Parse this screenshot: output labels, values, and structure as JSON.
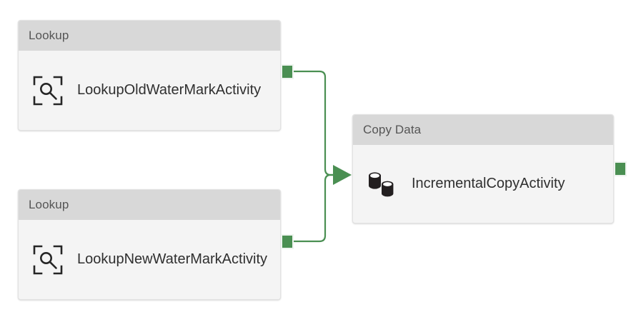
{
  "canvas": {
    "background": "#ffffff",
    "accent_green": "#4a8f52",
    "header_bg": "#d8d8d8",
    "body_bg": "#f4f4f4",
    "header_text_color": "#555555",
    "label_text_color": "#2f2f2f"
  },
  "nodes": [
    {
      "id": "lookup-old-watermark",
      "type_label": "Lookup",
      "name": "LookupOldWaterMarkActivity",
      "icon": "lookup-scan-icon"
    },
    {
      "id": "lookup-new-watermark",
      "type_label": "Lookup",
      "name": "LookupNewWaterMarkActivity",
      "icon": "lookup-scan-icon"
    },
    {
      "id": "incremental-copy",
      "type_label": "Copy Data",
      "name": "IncrementalCopyActivity",
      "icon": "copy-data-database-icon"
    }
  ],
  "connections": [
    {
      "id": "conn-old-to-copy",
      "from": "lookup-old-watermark",
      "to": "incremental-copy",
      "color": "#4a8f52"
    },
    {
      "id": "conn-new-to-copy",
      "from": "lookup-new-watermark",
      "to": "incremental-copy",
      "color": "#4a8f52"
    }
  ],
  "ports": [
    {
      "id": "port-out-old",
      "node": "lookup-old-watermark",
      "kind": "output"
    },
    {
      "id": "port-out-new",
      "node": "lookup-new-watermark",
      "kind": "output"
    },
    {
      "id": "port-out-copy",
      "node": "incremental-copy",
      "kind": "output"
    }
  ]
}
